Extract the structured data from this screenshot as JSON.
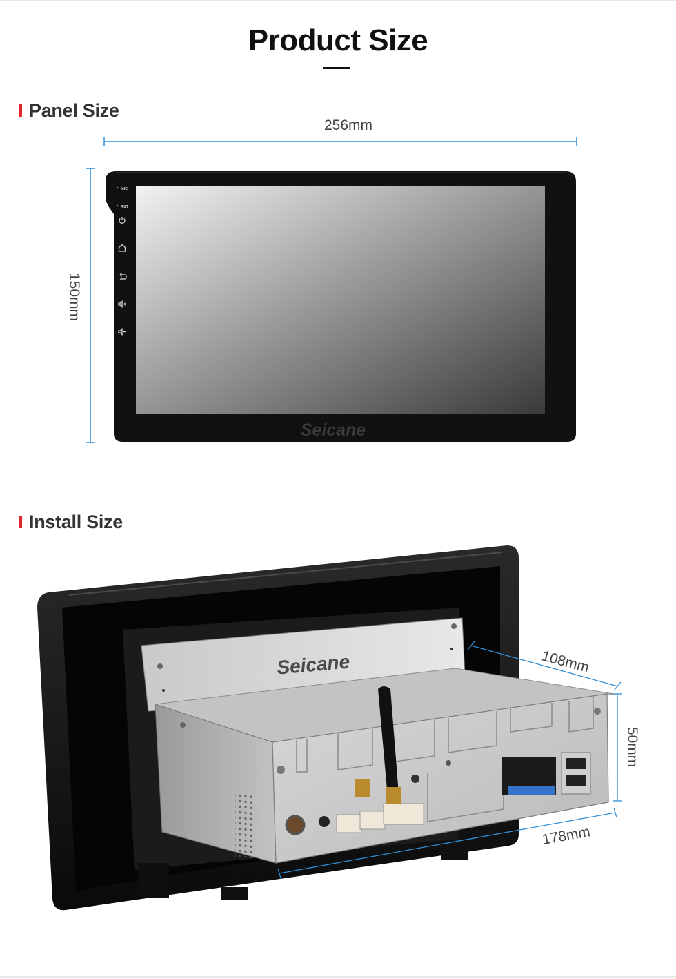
{
  "page": {
    "title": "Product Size"
  },
  "panel": {
    "heading": "Panel Size",
    "width_label": "256mm",
    "height_label": "150mm",
    "side_labels": {
      "mic": "MIC",
      "rst": "RST"
    },
    "side_icons": [
      "power-icon",
      "home-icon",
      "back-icon",
      "volume-up-icon",
      "volume-down-icon"
    ],
    "brand": "Seicane"
  },
  "install": {
    "heading": "Install Size",
    "depth_label": "108mm",
    "height_label": "50mm",
    "width_label": "178mm",
    "brand": "Seicane"
  },
  "colors": {
    "accent": "#e0262b",
    "dimension_line": "#2f8fd8",
    "bezel": "#111111"
  }
}
